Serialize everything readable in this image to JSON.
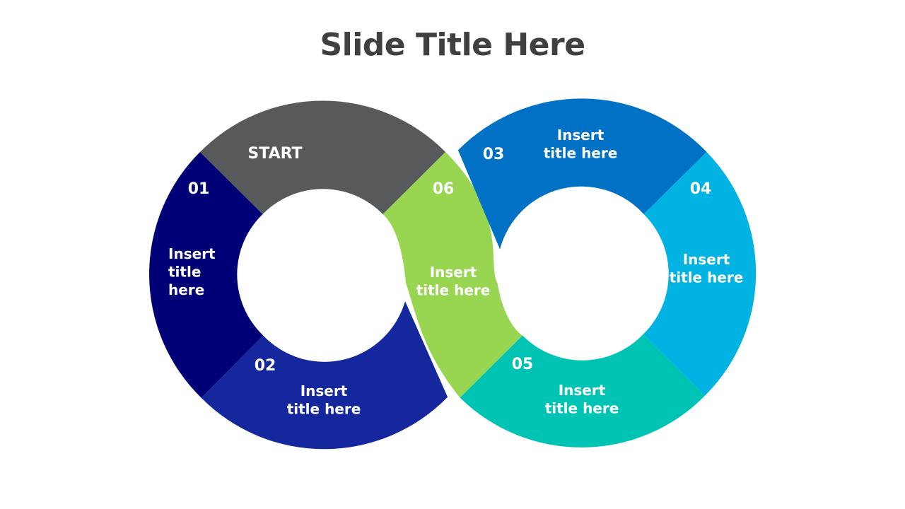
{
  "slide": {
    "title": "Slide Title Here"
  },
  "colors": {
    "background": "#ffffff",
    "title": "#404040",
    "start": "#58595B",
    "step_01": "#010177",
    "step_02": "#15279C",
    "step_03": "#0071C5",
    "step_04": "#00B3E2",
    "step_05": "#00C4B3",
    "step_06": "#98D652",
    "text": "#ffffff"
  },
  "diagram": {
    "start_label": "START",
    "steps": [
      {
        "number": "01",
        "text": "Insert\ntitle\nhere"
      },
      {
        "number": "02",
        "text": "Insert\ntitle here"
      },
      {
        "number": "03",
        "text": "Insert\ntitle here"
      },
      {
        "number": "04",
        "text": "Insert\ntitle here"
      },
      {
        "number": "05",
        "text": "Insert\ntitle here"
      },
      {
        "number": "06",
        "text": "Insert\ntitle here"
      }
    ]
  }
}
